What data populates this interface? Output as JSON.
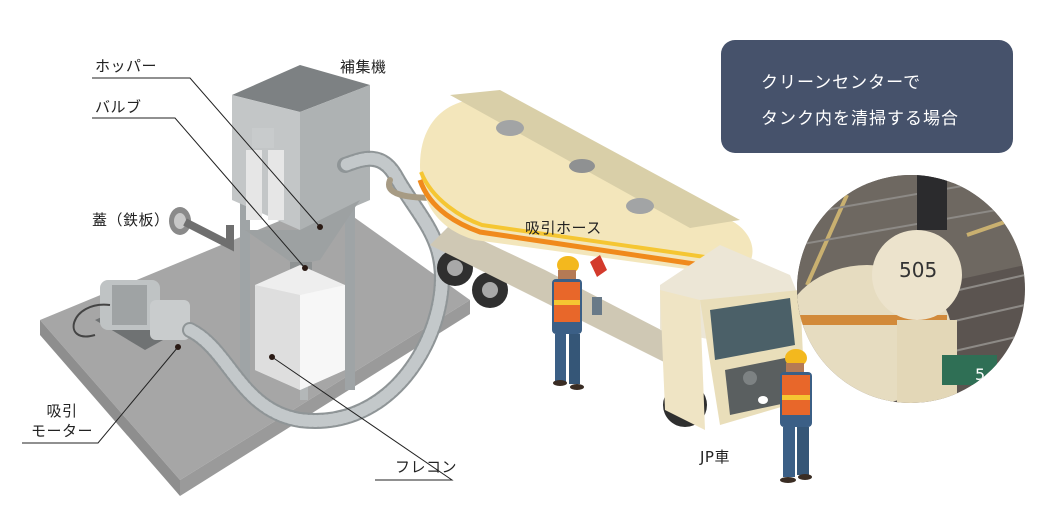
{
  "infobox": {
    "line1": "クリーンセンターで",
    "line2": "タンク内を清掃する場合",
    "background": "#46526b",
    "text_color": "#ffffff"
  },
  "labels": {
    "hopper": "ホッパー",
    "valve": "バルブ",
    "lid": "蓋（鉄板）",
    "collector": "補集機",
    "suction_motor_line1": "吸引",
    "suction_motor_line2": "モーター",
    "flexible_container": "フレコン",
    "suction_hose": "吸引ホース",
    "jp_truck": "JP車"
  },
  "photo": {
    "tank_number": "505",
    "plate_text": "5"
  },
  "colors": {
    "platform_top": "#a9a9a9",
    "platform_edge": "#8c8c8c",
    "machine": "#b9bcbd",
    "tank": "#f3e6bb",
    "stripe_orange": "#f08a1c",
    "stripe_yellow": "#f5c632",
    "vest": "#e8672a",
    "helmet": "#f3b81e",
    "worker_clothes": "#3b5f86"
  }
}
